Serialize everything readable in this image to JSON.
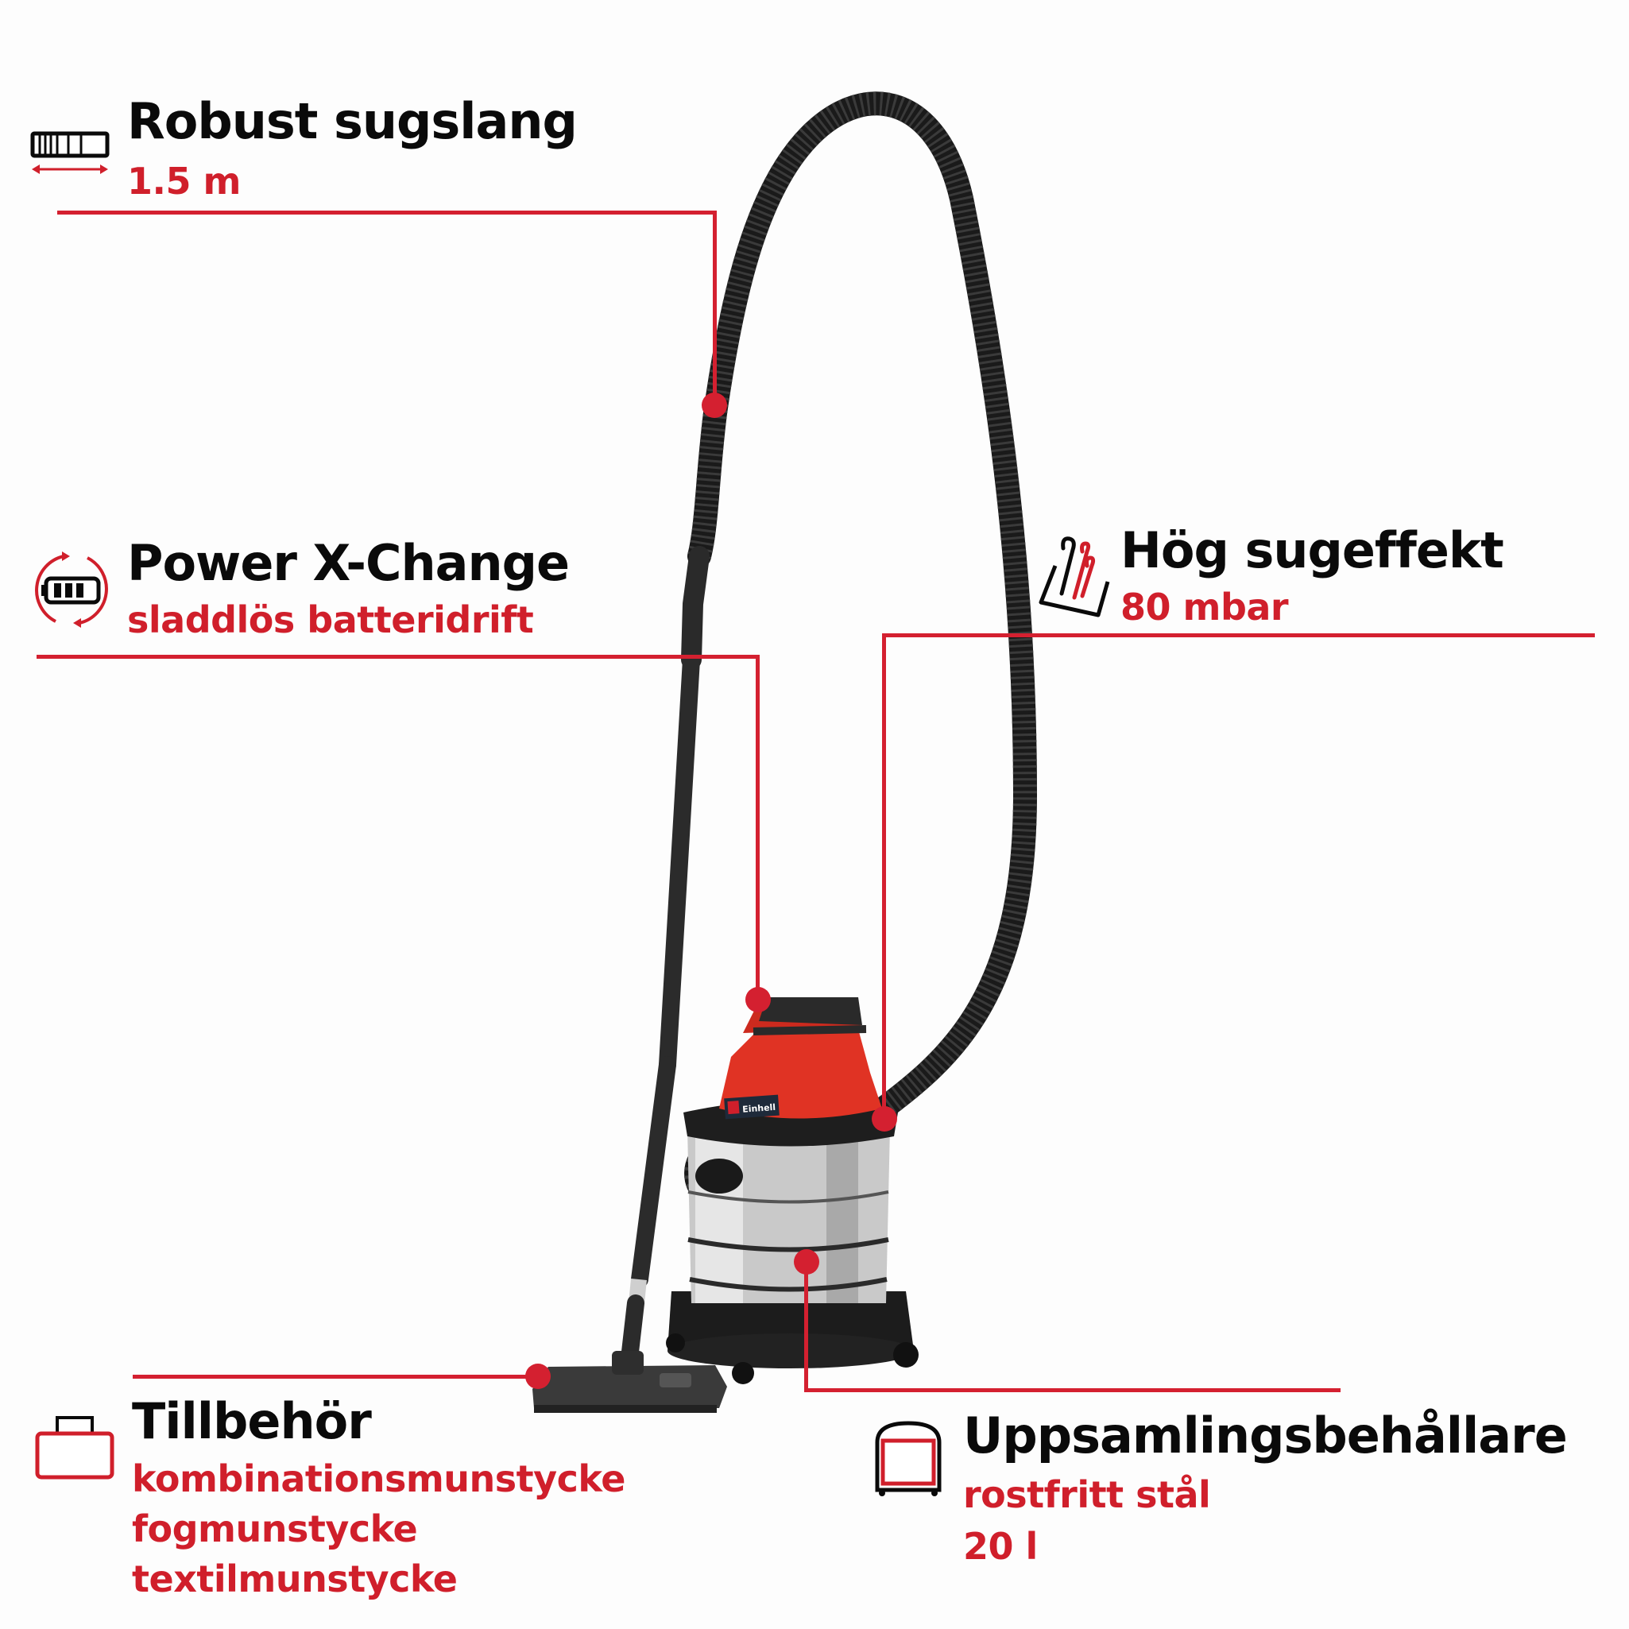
{
  "accent_color": "#d42030",
  "features": {
    "hose": {
      "title": "Robust sugslang",
      "value": "1.5 m",
      "icon": "hose-length-icon"
    },
    "battery": {
      "title": "Power X-Change",
      "value": "sladdlös batteridrift",
      "icon": "battery-exchange-icon"
    },
    "suction": {
      "title": "Hög sugeffekt",
      "value": "80 mbar",
      "icon": "suction-power-icon"
    },
    "accessories": {
      "title": "Tillbehör",
      "items": [
        "kombinationsmunstycke",
        "fogmunstycke",
        "textilmunstycke"
      ],
      "icon": "toolbox-icon"
    },
    "container": {
      "title": "Uppsamlingsbehållare",
      "items": [
        "rostfritt stål",
        "20 l"
      ],
      "icon": "container-icon"
    }
  },
  "product": {
    "brand": "Einhell"
  }
}
